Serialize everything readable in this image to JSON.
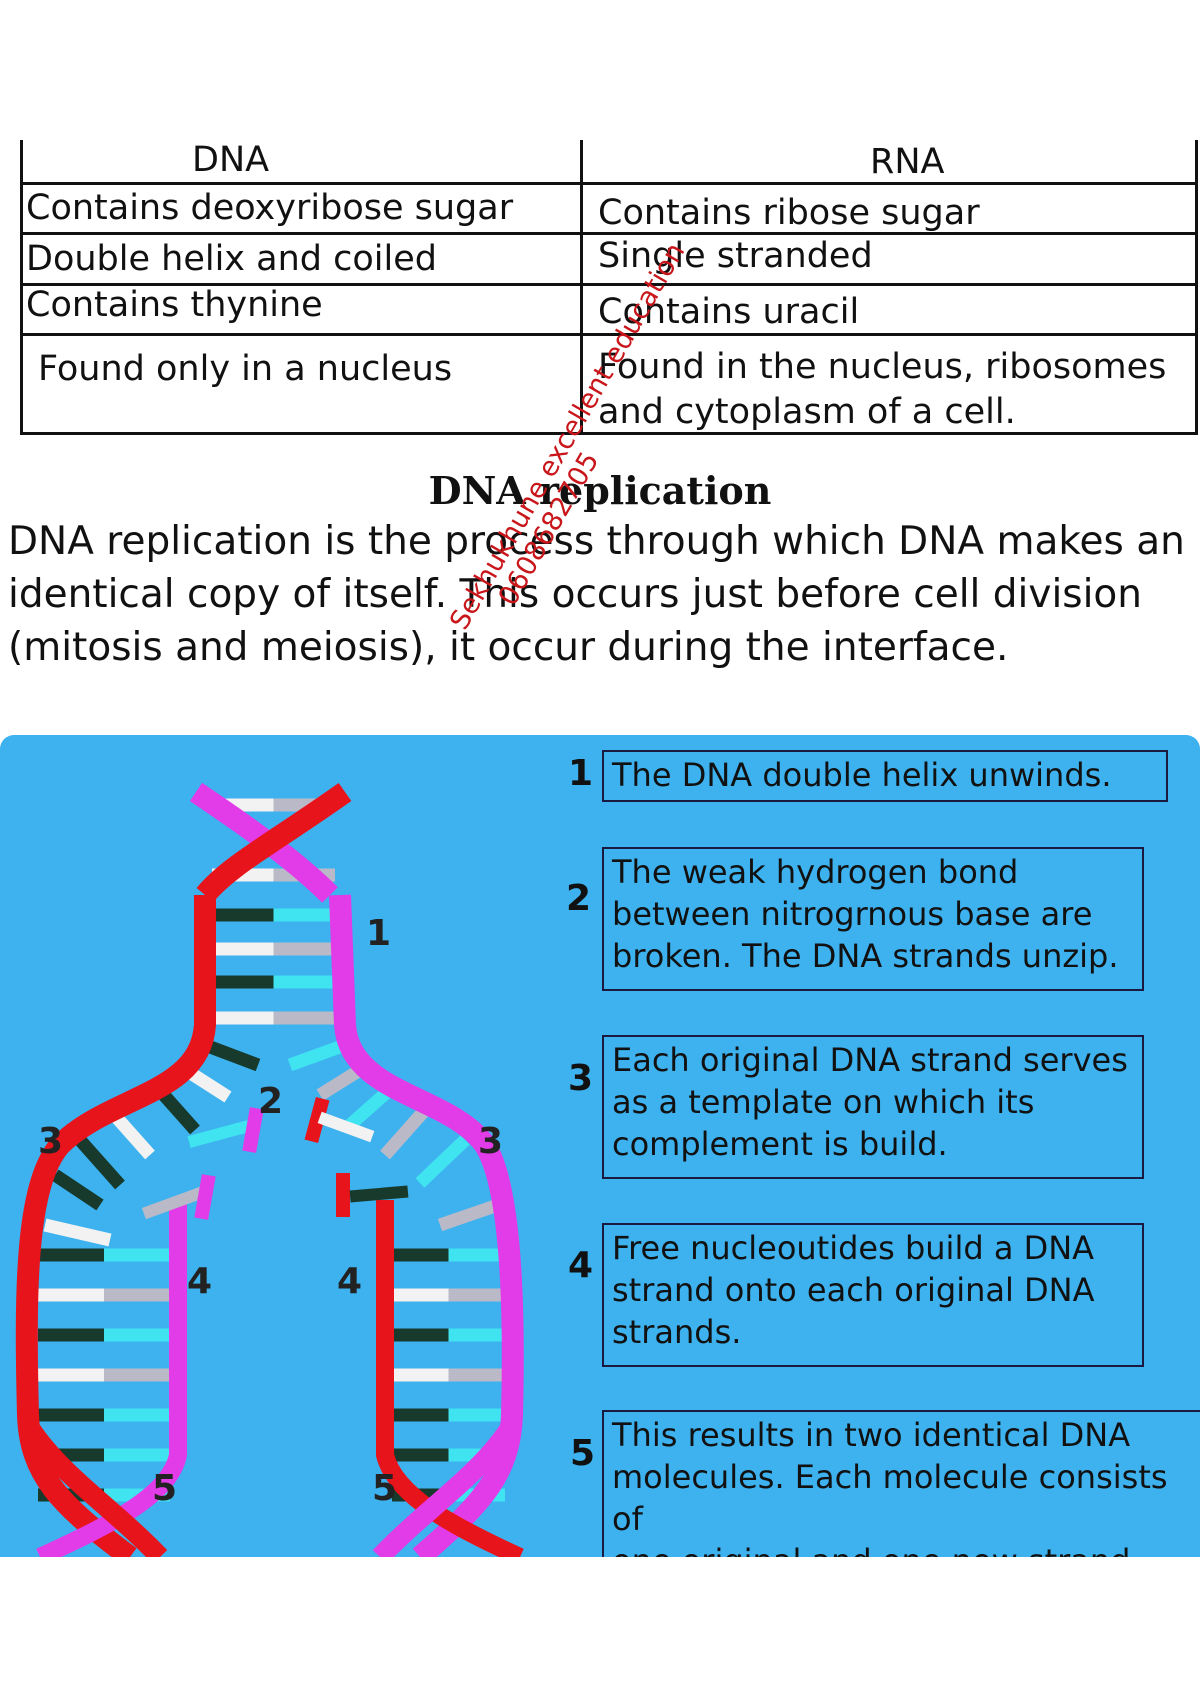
{
  "table": {
    "headers": [
      "DNA",
      "RNA"
    ],
    "rows": [
      [
        "Contains deoxyribose sugar",
        "Contains ribose sugar"
      ],
      [
        "Double helix and coiled",
        "Single stranded"
      ],
      [
        "Contains thynine",
        "Contains uracil"
      ],
      [
        "Found only in a nucleus",
        "Found in the nucleus, ribosomes",
        "and cytoplasm of a cell."
      ]
    ]
  },
  "heading": "DNA replication",
  "intro": {
    "line1": "DNA replication is the  process through which DNA  makes an",
    "line2": "identical copy of itself. This occurs just before cell division",
    "line3": "(mitosis and meiosis), it occur during the interface."
  },
  "watermark": {
    "line1": "Sekhukhune excellent education",
    "line2": "0608682705"
  },
  "steps": [
    {
      "num": "1",
      "lines": [
        "The DNA double helix unwinds."
      ]
    },
    {
      "num": "2",
      "lines": [
        "The weak hydrogen bond",
        "between nitrogrnous base are",
        "broken. The DNA strands unzip."
      ]
    },
    {
      "num": "3",
      "lines": [
        "Each original DNA strand serves",
        "as a template on which its",
        "complement is build."
      ]
    },
    {
      "num": "4",
      "lines": [
        "Free nucleoutides build a DNA",
        "strand onto each original DNA",
        "strands."
      ]
    },
    {
      "num": "5",
      "lines": [
        "This results in two identical DNA",
        "molecules. Each molecule consists of",
        "one original and one new strand."
      ]
    }
  ],
  "diagram_labels": {
    "one": "1",
    "two": "2",
    "three_left": "3",
    "three_right": "3",
    "four_left": "4",
    "four_right": "4",
    "five_left": "5",
    "five_right": "5"
  },
  "colors": {
    "panel": "#3db2ef",
    "original_strand_red": "#e8141b",
    "original_strand_pink": "#e23be8",
    "base_dark": "#173a2c",
    "base_white": "#f2f2f2",
    "base_grey": "#b9b9c8",
    "base_cyan": "#40e3f0",
    "watermark": "#c8161b"
  }
}
